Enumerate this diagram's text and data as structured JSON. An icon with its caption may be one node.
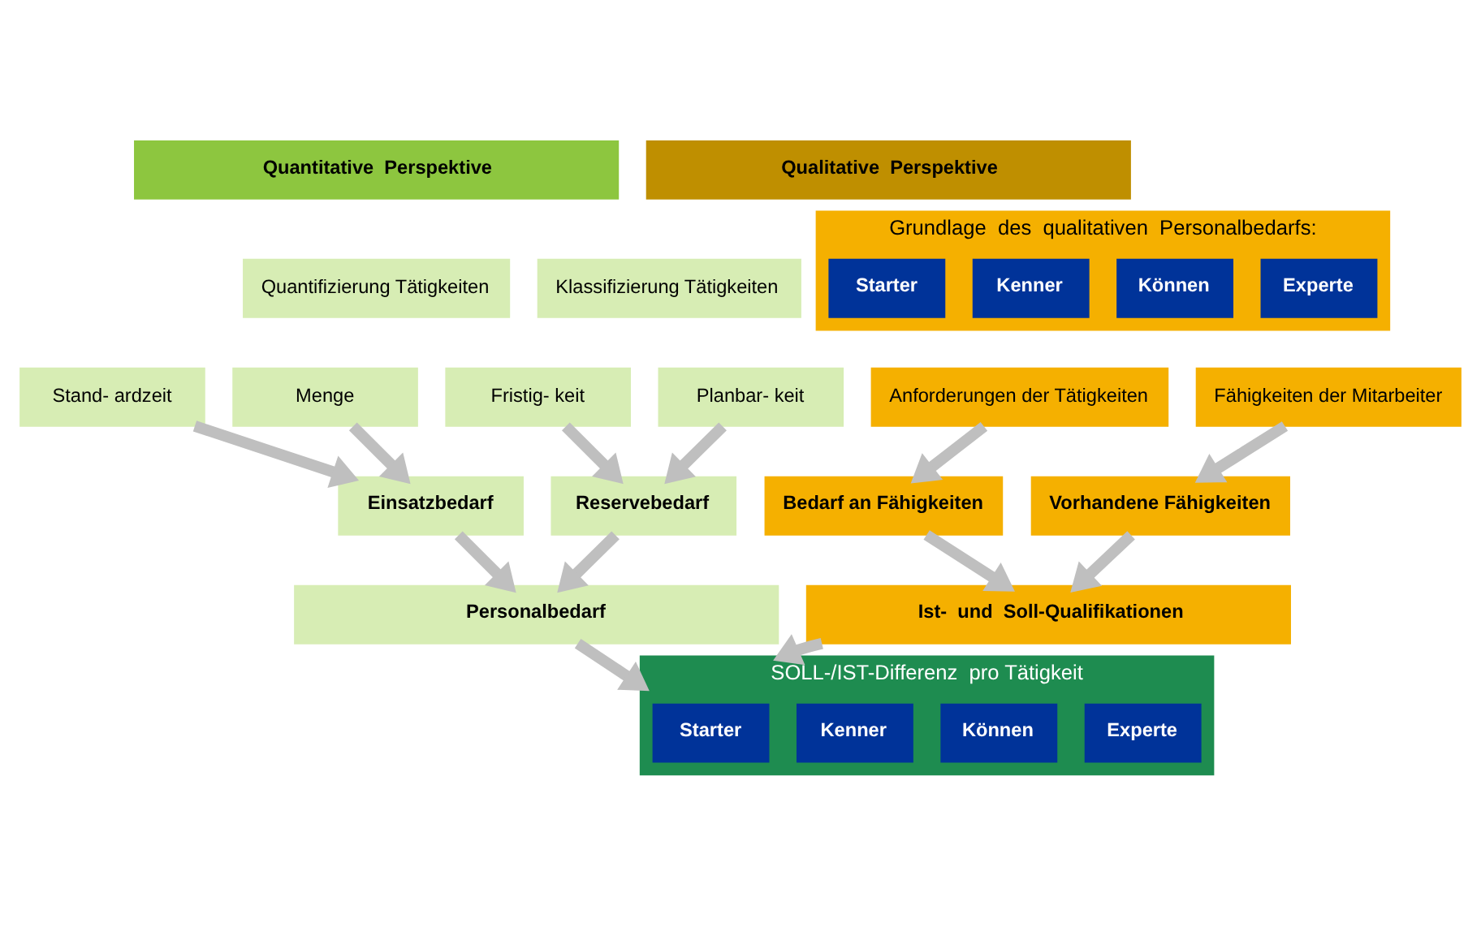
{
  "diagram": {
    "nodes": [
      {
        "text": [
          "Quantitative  Perspektive"
        ]
      },
      {
        "text": [
          "Qualitative  Perspektive"
        ]
      },
      {
        "text": [
          "Quantifizierung Tätigkeiten"
        ]
      },
      {
        "text": [
          "Klassifizierung Tätigkeiten"
        ]
      },
      {
        "text": [
          "Grundlage  des  qualitativen  Personalbedarfs:"
        ]
      },
      {
        "text": [
          "Starter"
        ],
        "in": 4
      },
      {
        "text": [
          "Kenner"
        ],
        "in": 4
      },
      {
        "text": [
          "Können"
        ],
        "in": 4
      },
      {
        "text": [
          "Experte"
        ],
        "in": 4
      },
      {
        "text": [
          "Stand- ardzeit"
        ]
      },
      {
        "text": [
          "Menge"
        ]
      },
      {
        "text": [
          "Fristig- keit"
        ]
      },
      {
        "text": [
          "Planbar- keit"
        ]
      },
      {
        "text": [
          "Anforderungen der Tätigkeiten"
        ]
      },
      {
        "text": [
          "Fähigkeiten der Mitarbeiter"
        ]
      },
      {
        "text": [
          "Einsatzbedarf"
        ]
      },
      {
        "text": [
          "Reservebedarf"
        ]
      },
      {
        "text": [
          "Bedarf an Fähigkeiten"
        ]
      },
      {
        "text": [
          "Vorhandene Fähigkeiten"
        ]
      },
      {
        "text": [
          "Personalbedarf"
        ]
      },
      {
        "text": [
          "Ist-  und  Soll-Qualifikationen"
        ]
      },
      {
        "text": [
          "SOLL-/IST-Differenz  pro Tätigkeit"
        ]
      },
      {
        "text": [
          "Starter"
        ],
        "in": 21
      },
      {
        "text": [
          "Kenner"
        ],
        "in": 21
      },
      {
        "text": [
          "Können"
        ],
        "in": 21
      },
      {
        "text": [
          "Experte"
        ],
        "in": 21
      }
    ],
    "edges": [
      {
        "from": 9,
        "to": 15,
        "arrow": "to"
      },
      {
        "from": 10,
        "to": 15,
        "arrow": "to"
      },
      {
        "from": 11,
        "to": 16,
        "arrow": "to"
      },
      {
        "from": 12,
        "to": 16,
        "arrow": "to"
      },
      {
        "from": 13,
        "to": 17,
        "arrow": "to"
      },
      {
        "from": 14,
        "to": 18,
        "arrow": "to"
      },
      {
        "from": 15,
        "to": 19,
        "arrow": "to"
      },
      {
        "from": 16,
        "to": 19,
        "arrow": "to"
      },
      {
        "from": 17,
        "to": 20,
        "arrow": "to"
      },
      {
        "from": 18,
        "to": 20,
        "arrow": "to"
      },
      {
        "from": 19,
        "to": 21,
        "arrow": "to"
      },
      {
        "from": 20,
        "to": 21,
        "arrow": "to"
      }
    ]
  }
}
